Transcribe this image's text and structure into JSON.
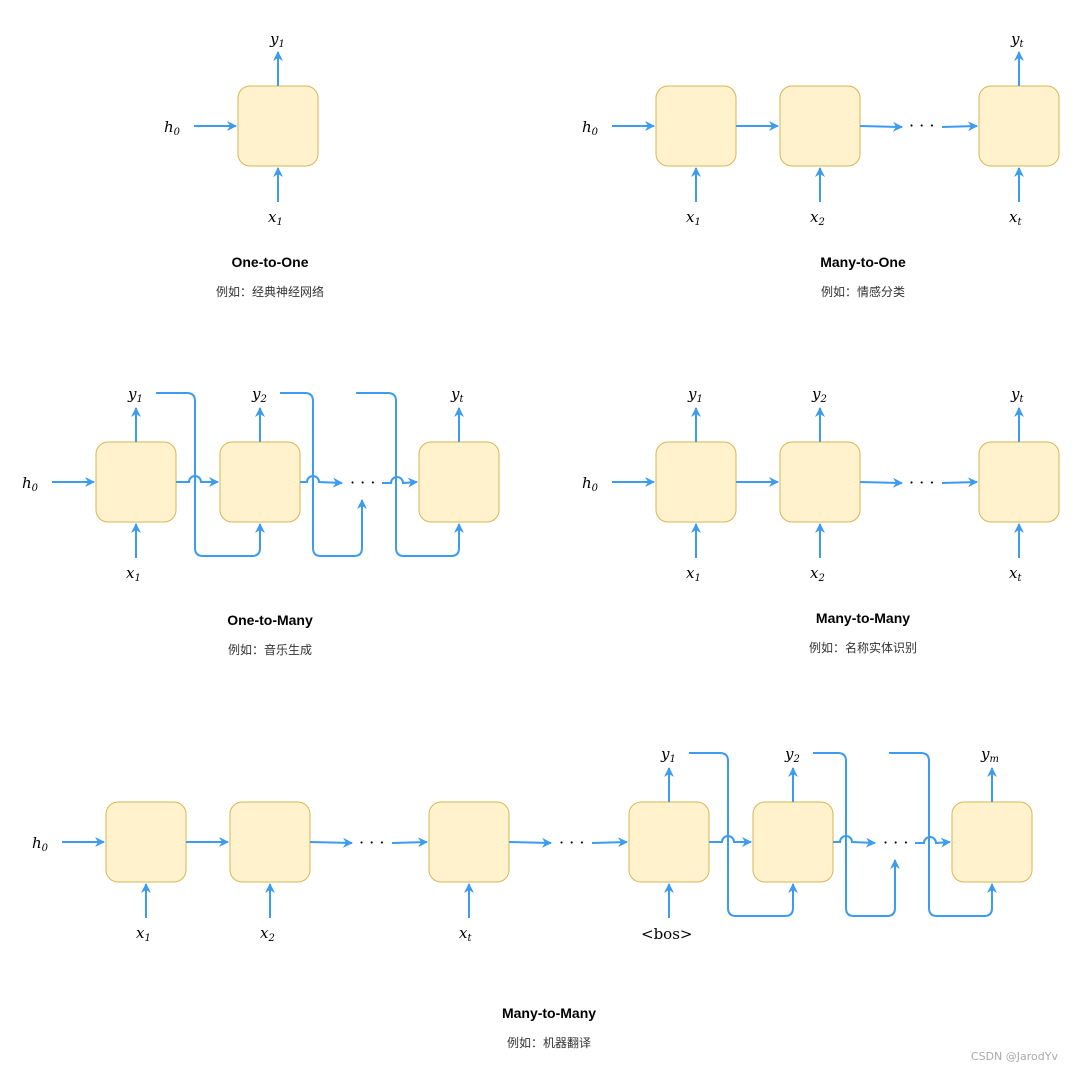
{
  "diagrams": [
    {
      "title": "One-to-One",
      "example": "例如：经典神经网络"
    },
    {
      "title": "Many-to-One",
      "example": "例如：情感分类"
    },
    {
      "title": "One-to-Many",
      "example": "例如：音乐生成"
    },
    {
      "title": "Many-to-Many",
      "example": "例如：名称实体识别"
    },
    {
      "title": "Many-to-Many",
      "example": "例如：机器翻译"
    }
  ],
  "symbols": {
    "hidden_initial": {
      "base": "h",
      "sub": "0"
    },
    "input_1": {
      "base": "x",
      "sub": "1"
    },
    "input_2": {
      "base": "x",
      "sub": "2"
    },
    "input_t": {
      "base": "x",
      "sub": "t"
    },
    "output_1": {
      "base": "y",
      "sub": "1"
    },
    "output_2": {
      "base": "y",
      "sub": "2"
    },
    "output_t": {
      "base": "y",
      "sub": "t"
    },
    "output_m": {
      "base": "y",
      "sub": "m"
    },
    "ellipsis": "· · ·",
    "bos_token": "<bos>"
  },
  "watermark": "CSDN @JarodYv",
  "colors": {
    "cell_fill": "#fff2cc",
    "cell_border": "#d6b656",
    "arrow": "#3d9bf0"
  }
}
